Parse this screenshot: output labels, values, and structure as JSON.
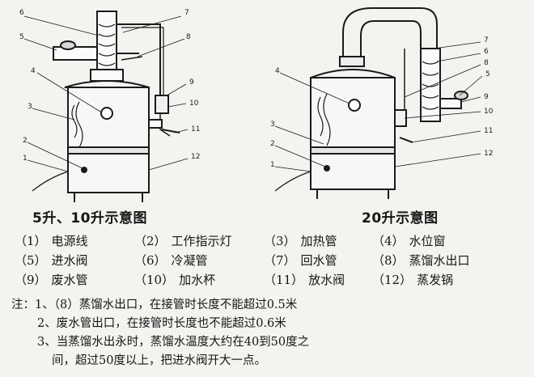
{
  "figures": {
    "left_caption": "5升、10升示意图",
    "right_caption": "20升示意图",
    "left_callouts": [
      "6",
      "7",
      "5",
      "8",
      "4",
      "9",
      "10",
      "3",
      "11",
      "2",
      "1",
      "12"
    ],
    "right_callouts": [
      "4",
      "7",
      "6",
      "8",
      "5",
      "3",
      "9",
      "10",
      "2",
      "1",
      "11",
      "12"
    ]
  },
  "legend": [
    [
      {
        "num": "（1）",
        "label": "电源线"
      },
      {
        "num": "（2）",
        "label": "工作指示灯"
      },
      {
        "num": "（3）",
        "label": "加热管"
      },
      {
        "num": "（4）",
        "label": "水位窗"
      }
    ],
    [
      {
        "num": "（5）",
        "label": "进水阀"
      },
      {
        "num": "（6）",
        "label": "冷凝管"
      },
      {
        "num": "（7）",
        "label": "回水管"
      },
      {
        "num": "（8）",
        "label": "蒸馏水出口"
      }
    ],
    [
      {
        "num": "（9）",
        "label": "废水管"
      },
      {
        "num": "（10）",
        "label": "加水杯"
      },
      {
        "num": "（11）",
        "label": "放水阀"
      },
      {
        "num": "（12）",
        "label": "蒸发锅"
      }
    ]
  ],
  "notes": {
    "prefix": "注：",
    "items": [
      "1、（8）蒸馏水出口，在接管时长度不能超过0.5米",
      "2、废水管出口，在接管时长度也不能超过0.6米",
      "3、当蒸馏水出永时，蒸馏水温度大约在40到50度之"
    ],
    "continuation": "间，超过50度以上，把进水阀开大一点。"
  }
}
